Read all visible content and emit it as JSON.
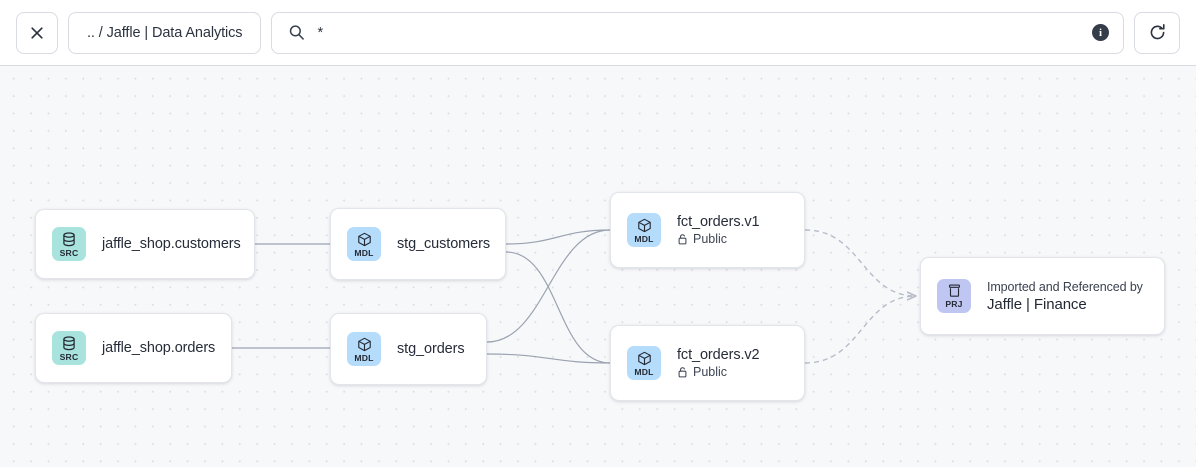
{
  "topbar": {
    "close_icon": "close-icon",
    "breadcrumb": ".. / Jaffle | Data Analytics",
    "search_icon": "search-icon",
    "search_value": "*",
    "search_placeholder": "",
    "info_icon_label": "i",
    "refresh_icon": "refresh-icon"
  },
  "graph": {
    "nodes": [
      {
        "id": "src-customers",
        "badge_tag": "SRC",
        "badge_icon": "database-icon",
        "title": "jaffle_shop.customers"
      },
      {
        "id": "src-orders",
        "badge_tag": "SRC",
        "badge_icon": "database-icon",
        "title": "jaffle_shop.orders"
      },
      {
        "id": "stg-customers",
        "badge_tag": "MDL",
        "badge_icon": "cube-icon",
        "title": "stg_customers"
      },
      {
        "id": "stg-orders",
        "badge_tag": "MDL",
        "badge_icon": "cube-icon",
        "title": "stg_orders"
      },
      {
        "id": "fct-v1",
        "badge_tag": "MDL",
        "badge_icon": "cube-icon",
        "title": "fct_orders.v1",
        "access_icon": "unlock-icon",
        "access": "Public"
      },
      {
        "id": "fct-v2",
        "badge_tag": "MDL",
        "badge_icon": "cube-icon",
        "title": "fct_orders.v2",
        "access_icon": "unlock-icon",
        "access": "Public"
      },
      {
        "id": "prj",
        "badge_tag": "PRJ",
        "badge_icon": "archive-box-icon",
        "kicker": "Imported and Referenced by",
        "title": "Jaffle | Finance"
      }
    ],
    "edges": [
      {
        "from": "src-customers",
        "to": "stg-customers",
        "style": "solid"
      },
      {
        "from": "src-orders",
        "to": "stg-orders",
        "style": "solid"
      },
      {
        "from": "stg-customers",
        "to": "fct-v1",
        "style": "solid"
      },
      {
        "from": "stg-customers",
        "to": "fct-v2",
        "style": "solid"
      },
      {
        "from": "stg-orders",
        "to": "fct-v1",
        "style": "solid"
      },
      {
        "from": "stg-orders",
        "to": "fct-v2",
        "style": "solid"
      },
      {
        "from": "fct-v1",
        "to": "prj",
        "style": "dashed"
      },
      {
        "from": "fct-v2",
        "to": "prj",
        "style": "dashed"
      }
    ]
  },
  "colors": {
    "canvas_bg": "#f7f8fa",
    "grid_dot": "#dcdfe6",
    "node_bg": "#ffffff",
    "node_border": "#e2e5ea",
    "badge_src": "#a9e3dd",
    "badge_mdl": "#b6dcfb",
    "badge_prj": "#bfc6f2",
    "edge": "#9aa2b0",
    "edge_dashed": "#b6bcc8",
    "text": "#262c38"
  }
}
